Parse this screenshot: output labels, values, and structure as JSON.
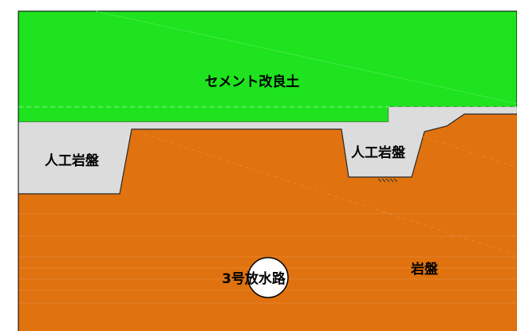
{
  "labels": {
    "cement": "セメント改良土",
    "artificial_rock_left": "人工岩盤",
    "artificial_rock_right": "人工岩盤",
    "bedrock": "岩盤",
    "waterway": "3号放水路"
  },
  "colors": {
    "cement_improved_soil": "#1EE31E",
    "artificial_rock": "#DCDCDC",
    "bedrock": "#E0720F",
    "outline": "#000000",
    "waterway_fill": "#FFFFFF"
  }
}
